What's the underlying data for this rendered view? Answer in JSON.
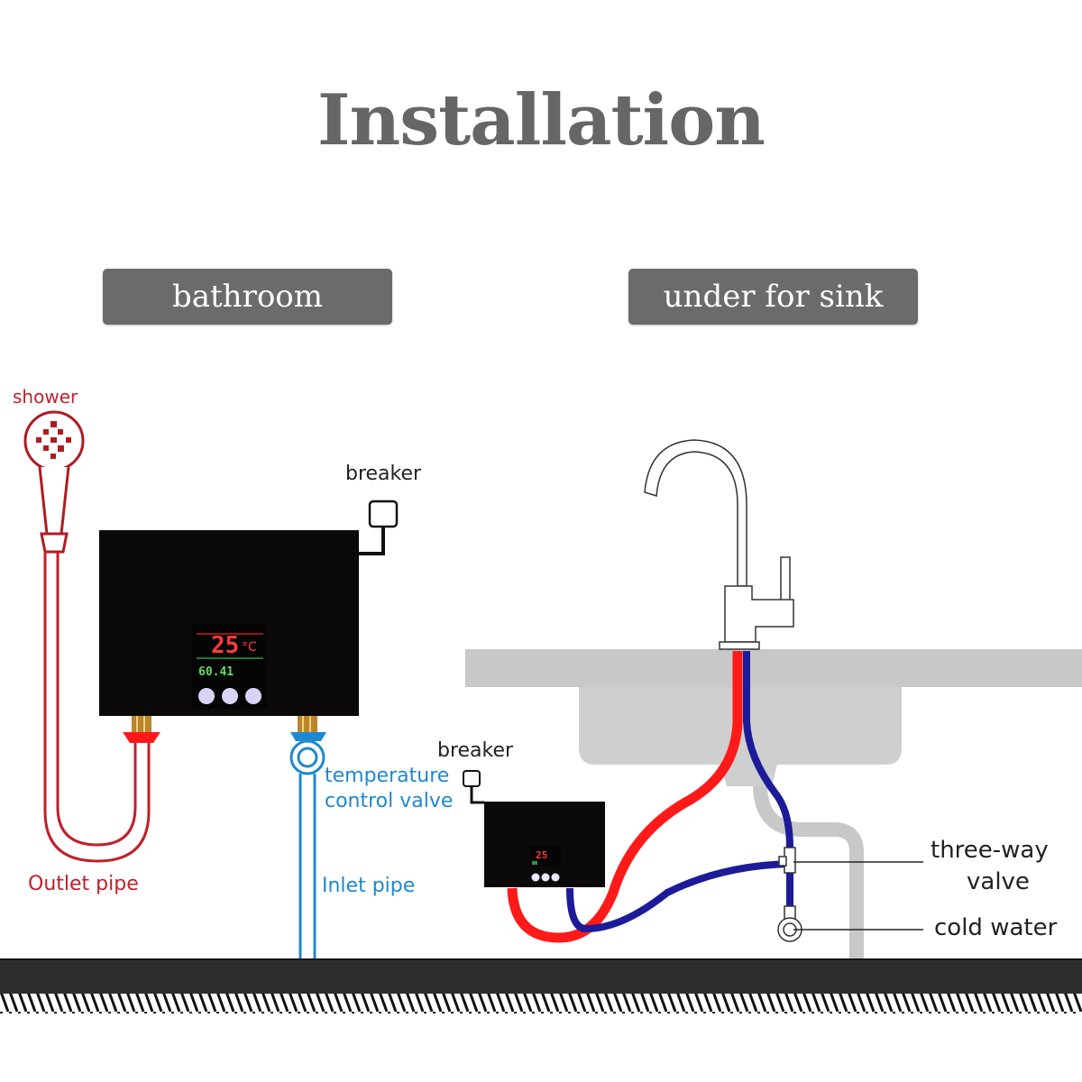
{
  "title": "Installation",
  "sections": {
    "bathroom": {
      "label": "bathroom"
    },
    "sink": {
      "label": "under for sink"
    }
  },
  "bathroom_labels": {
    "shower": "shower",
    "breaker": "breaker",
    "outlet_pipe": "Outlet pipe",
    "inlet_pipe": "Inlet pipe",
    "temperature_control_valve_line1": "temperature",
    "temperature_control_valve_line2": "control valve"
  },
  "sink_labels": {
    "breaker": "breaker",
    "three_way_valve_line1": "three-way",
    "three_way_valve_line2": "valve",
    "cold_water": "cold water"
  },
  "heater_display": {
    "temperature": "25",
    "unit": "°C",
    "secondary_reading": "60.41"
  },
  "colors": {
    "title": "#666666",
    "tag_bg": "#6b6b6b",
    "hot_pipe": "#ff1a1a",
    "cold_pipe": "#1c1c9a",
    "outlet_line": "#c0202a",
    "inlet_line": "#1e88d0",
    "sink_gray": "#c8c8c8",
    "floor": "#2e2e2e"
  }
}
